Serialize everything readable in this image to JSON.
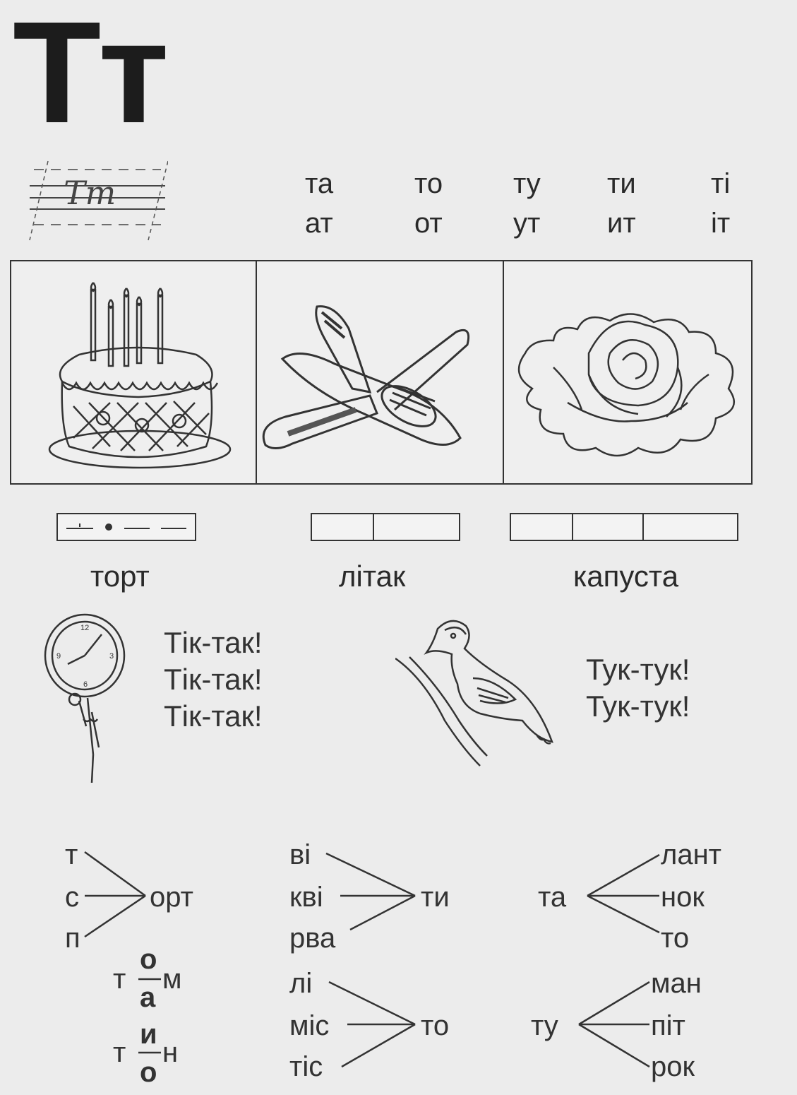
{
  "letter": {
    "upper": "Т",
    "lower": "т"
  },
  "script_letter": "Тт",
  "syllables": {
    "row1": [
      "та",
      "то",
      "ту",
      "ти",
      "ті"
    ],
    "row2": [
      "ат",
      "от",
      "ут",
      "ит",
      "іт"
    ]
  },
  "pictures": [
    {
      "icon": "cake-icon",
      "word": "торт"
    },
    {
      "icon": "airplane-icon",
      "word": "літак"
    },
    {
      "icon": "cabbage-icon",
      "word": "капуста"
    }
  ],
  "sounds": {
    "clock": [
      "Тік-так!",
      "Тік-так!",
      "Тік-так!"
    ],
    "woodpecker": [
      "Тук-тук!",
      "Тук-тук!"
    ]
  },
  "word_builders": {
    "g1": {
      "left": [
        "т",
        "с",
        "п"
      ],
      "right": "орт"
    },
    "g2": {
      "left": [
        "ві",
        "кві",
        "рва"
      ],
      "right": "ти"
    },
    "g3": {
      "left": "та",
      "right": [
        "лант",
        "нок",
        "то"
      ]
    },
    "g4": {
      "start": "т",
      "vowels": [
        "о",
        "а"
      ],
      "end": "м"
    },
    "g5": {
      "start": "т",
      "vowels": [
        "и",
        "о"
      ],
      "end": "н"
    },
    "g6": {
      "left": [
        "лі",
        "міс",
        "тіс"
      ],
      "right": "то"
    },
    "g7": {
      "left": "ту",
      "right": [
        "ман",
        "піт",
        "рок"
      ]
    }
  }
}
